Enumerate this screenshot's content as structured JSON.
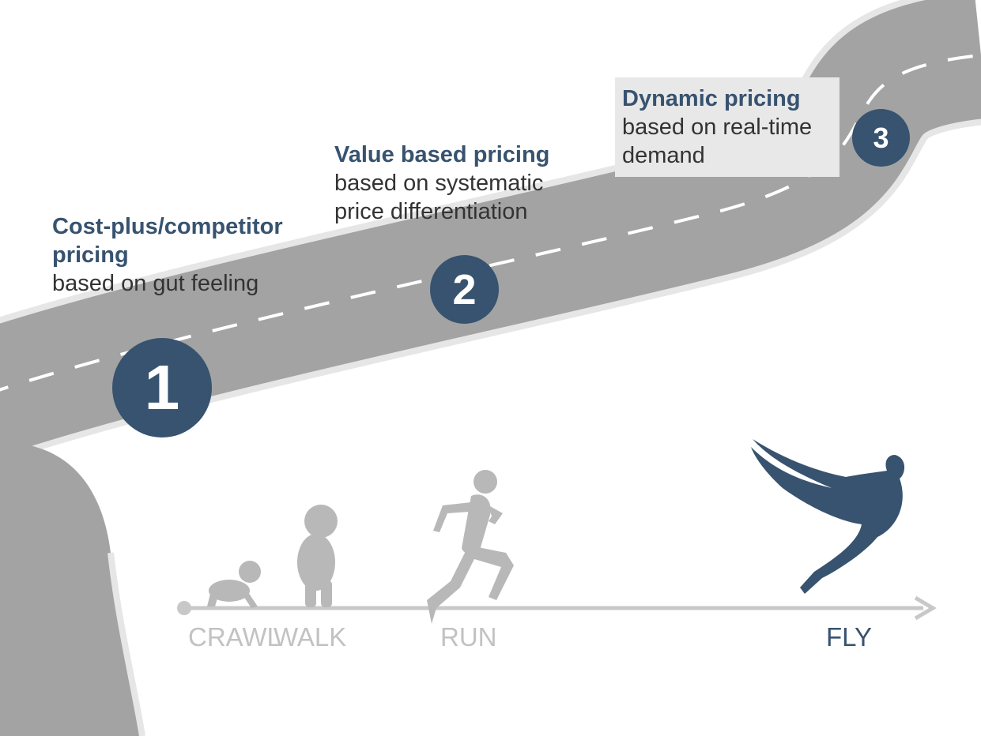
{
  "stages": [
    {
      "number": "1",
      "title": "Cost-plus/competitor pricing",
      "description": "based on gut feeling"
    },
    {
      "number": "2",
      "title": "Value based pricing",
      "description": "based on systematic price differentiation"
    },
    {
      "number": "3",
      "title": "Dynamic pricing",
      "description": "based on real-time demand"
    }
  ],
  "phases": [
    "CRAWL",
    "WALK",
    "RUN",
    "FLY"
  ],
  "colors": {
    "accent": "#37536f",
    "road": "#9c9c9c",
    "road_edge": "#e4e4e4",
    "silhouette": "#b8b8b8",
    "text": "#333333"
  },
  "icons": [
    "crawling-baby-icon",
    "walking-toddler-icon",
    "running-man-icon",
    "winged-flying-man-icon",
    "arrow-icon"
  ]
}
